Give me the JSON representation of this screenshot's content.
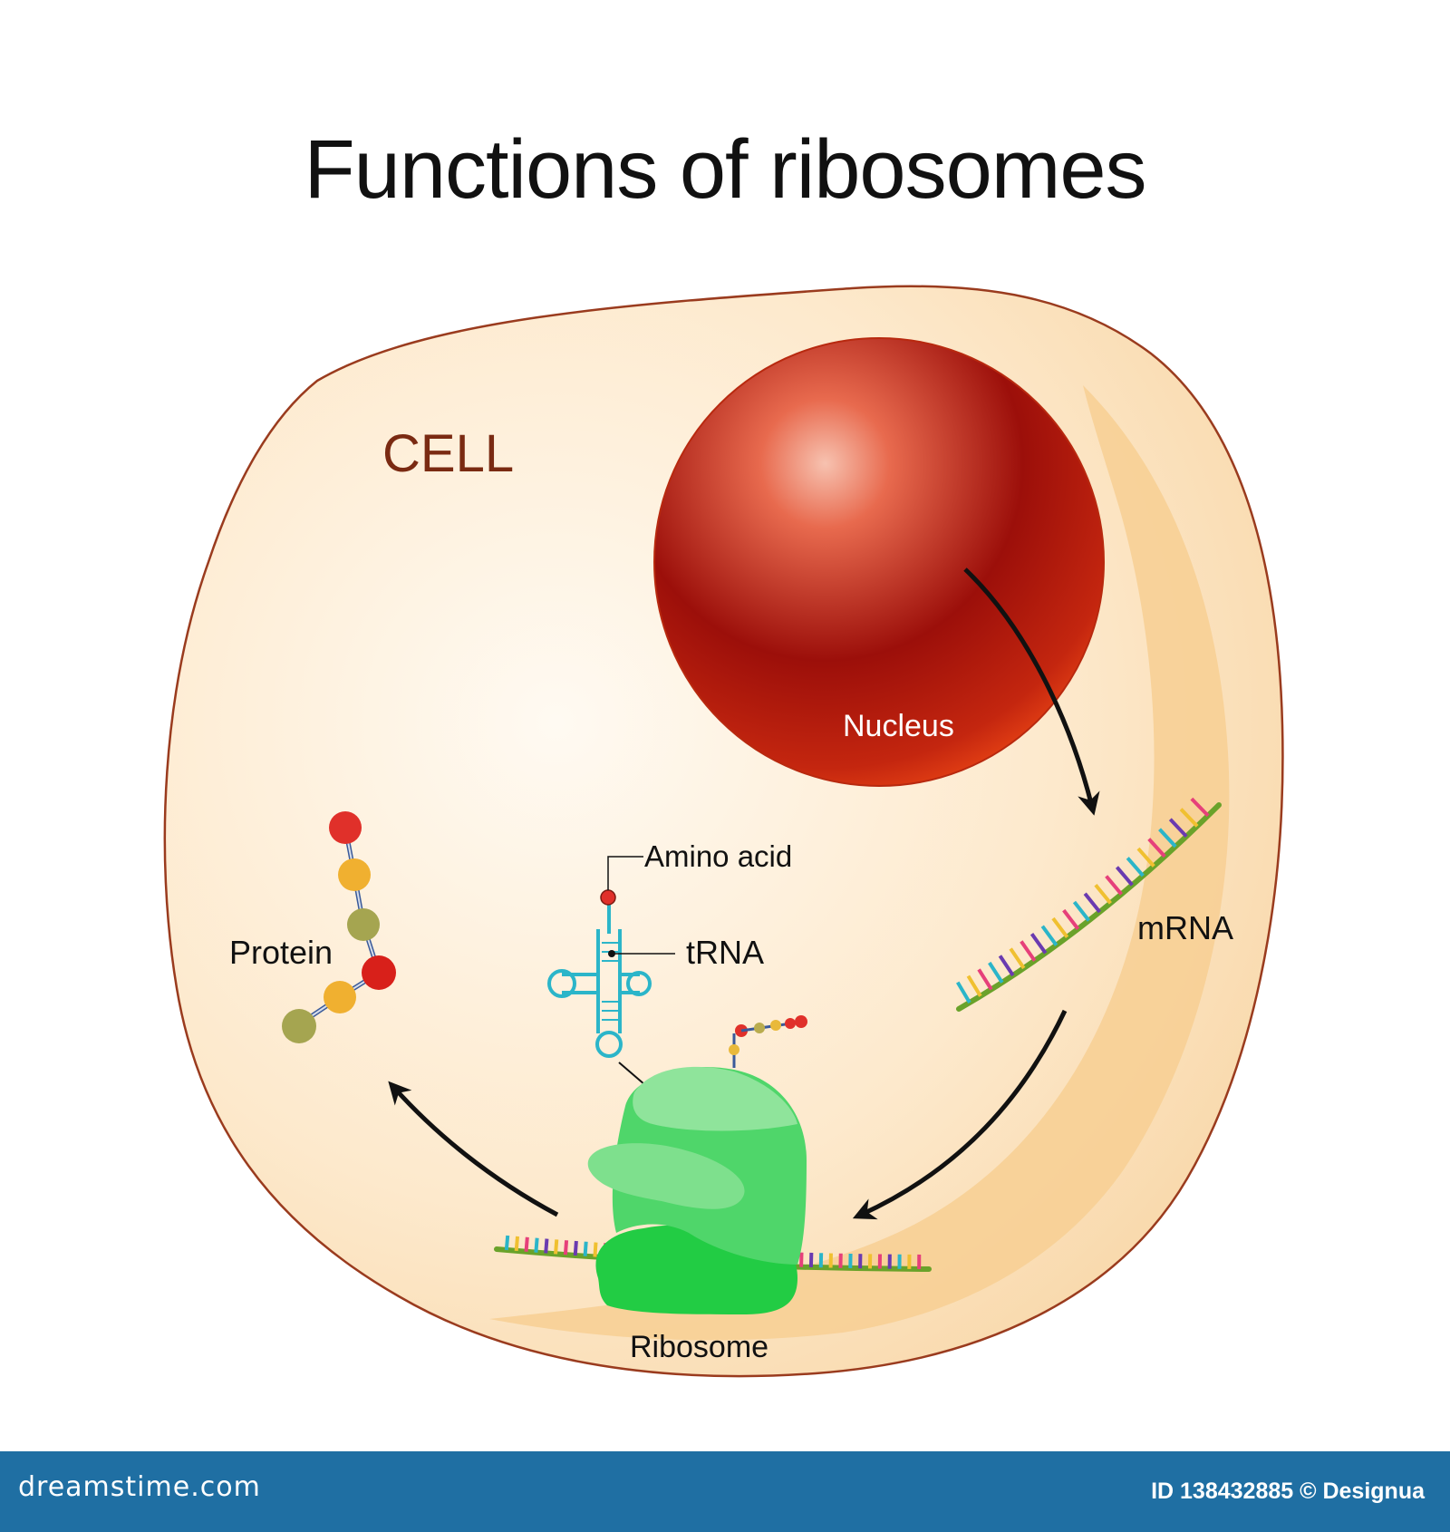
{
  "title": "Functions of ribosomes",
  "labels": {
    "cell": "CELL",
    "nucleus": "Nucleus",
    "mrna": "mRNA",
    "amino_acid": "Amino acid",
    "trna": "tRNA",
    "protein": "Protein",
    "ribosome": "Ribosome"
  },
  "watermark": "dreamstime",
  "footer": {
    "site": "dreamstime.com",
    "id_text": "ID 138432885 © Designua"
  },
  "colors": {
    "cell_fill": "#fbe6c6",
    "cell_outline": "#9a3b1e",
    "nucleus": "#c8281a",
    "ribosome": "#4fd66a",
    "trna": "#2bb5c9",
    "mrna_backbone": "#6aa22a",
    "cell_label": "#7a2a12",
    "footer_bar": "#1f6fa3"
  }
}
